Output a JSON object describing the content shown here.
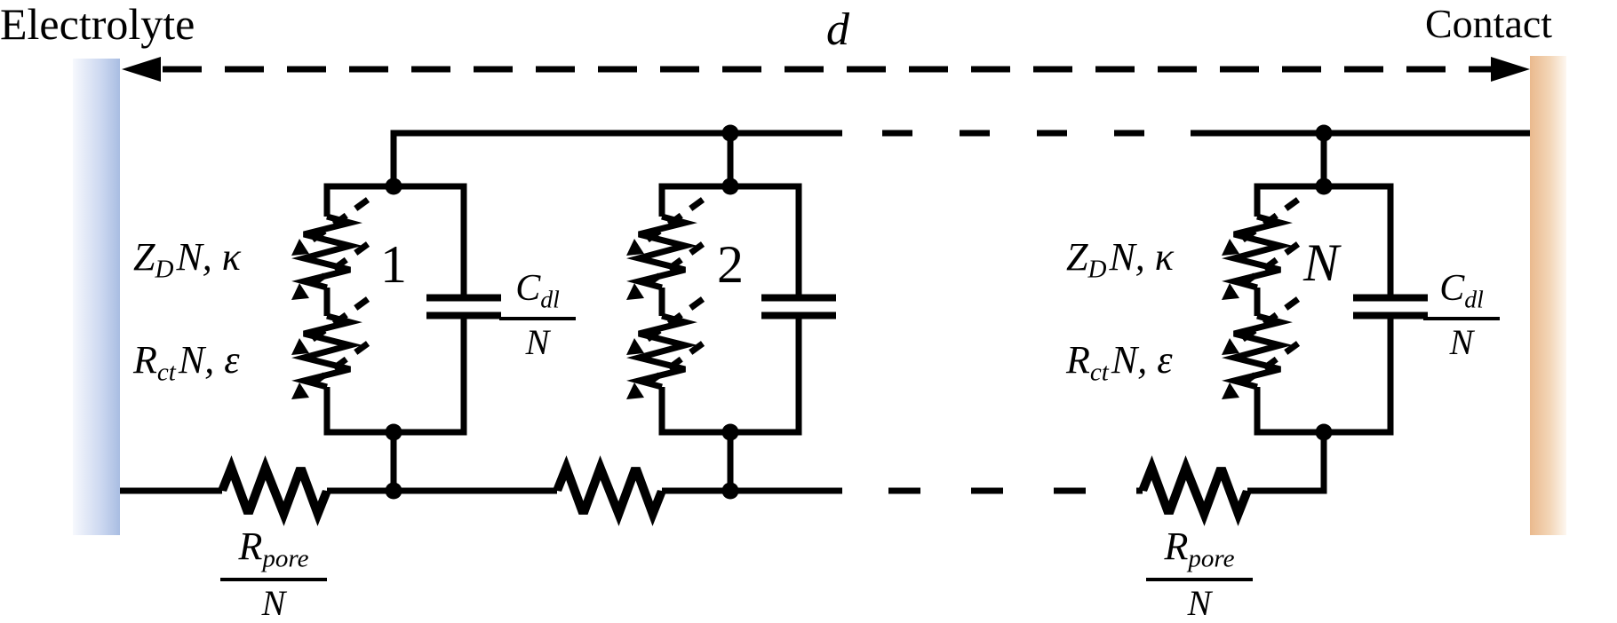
{
  "figure": {
    "electrode_left": "Electrolyte",
    "electrode_right": "Contact",
    "distance_label": "d"
  },
  "cells": [
    {
      "number": "1"
    },
    {
      "number": "2"
    },
    {
      "number": "N"
    }
  ],
  "component_labels": {
    "diffusion_impedance": {
      "base": "Z",
      "sub": "D",
      "rest": "N, κ"
    },
    "charge_transfer_resistance": {
      "base": "R",
      "sub": "ct",
      "rest": "N, ε"
    },
    "double_layer_capacitance": {
      "num_base": "C",
      "num_sub": "dl",
      "den": "N"
    },
    "pore_resistance": {
      "num_base": "R",
      "num_sub": "pore",
      "den": "N"
    }
  },
  "colors": {
    "wire": "#000000",
    "electrolyte_grad_start": "#f6f8fd",
    "electrolyte_grad_mid": "#ccd8f0",
    "electrolyte_grad_end": "#a9bde2",
    "contact_grad_start": "#eab98d",
    "contact_grad_mid": "#f3d6b8",
    "contact_grad_end": "#fdf7f0"
  }
}
